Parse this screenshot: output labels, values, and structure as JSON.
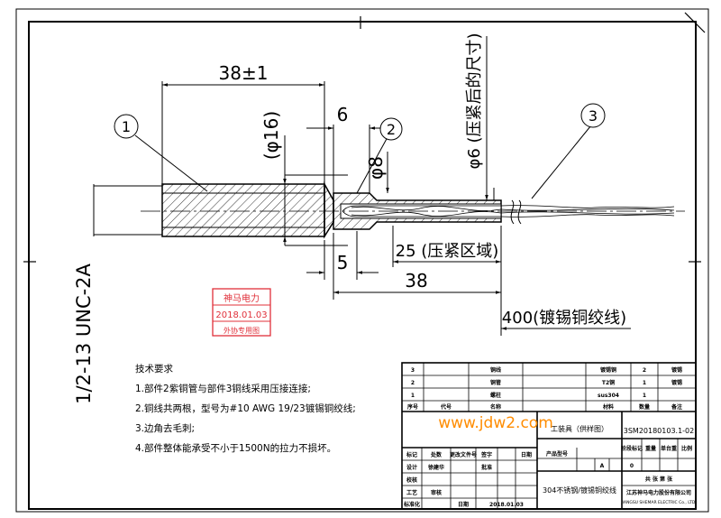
{
  "drawing": {
    "dim_overall": "38±1",
    "dim_head_dia": "(φ16)",
    "dim_shoulder": "6",
    "dim_tube_dia": "φ8",
    "dim_crimped_dia": "φ6 (压紧后的尺寸)",
    "dim_crimp_zone": "25 (压紧区域)",
    "dim_tail": "5",
    "dim_tube_len": "38",
    "dim_wire_len": "400(镀锡铜绞线)",
    "thread_spec": "1/2-13 UNC-2A",
    "balloons": [
      "1",
      "2",
      "3"
    ]
  },
  "stamp": {
    "company": "神马电力",
    "date": "2018.01.03",
    "note": "外协专用图"
  },
  "tech_requirements": {
    "title": "技术要求",
    "items": [
      "1.部件2紫铜管与部件3铜线采用压接连接;",
      "2.铜线共两根，型号为#10  AWG 19/23镀锡铜绞线;",
      "3.边角去毛刺;",
      "4.部件整体能承受不小于1500N的拉力不损坏。"
    ]
  },
  "parts_list": {
    "headers": [
      "序号",
      "代号",
      "名称",
      "材料",
      "数量",
      "备注"
    ],
    "rows": [
      {
        "no": "3",
        "name": "铜线",
        "material": "镀锡铜",
        "qty": "2",
        "note": "镀锡"
      },
      {
        "no": "2",
        "name": "铜管",
        "material": "T2铜",
        "qty": "1",
        "note": "镀锡"
      },
      {
        "no": "1",
        "name": "螺柱",
        "material": "sus304",
        "qty": "1",
        "note": ""
      }
    ]
  },
  "title_block": {
    "part_name": "工装具（供样图）",
    "drawing_no": "3SM20180103.1-02",
    "material": "304不锈钢/镀锡铜绞线",
    "date": "2018.01.03",
    "scale_label": "A",
    "sheet_value": "0",
    "sheets_label": "共 张 第 张",
    "company_cn": "江苏神马电力股份有限公司",
    "company_en": "JIANGSU SHEMAR ELECTRIC Co., LTD.",
    "labels": {
      "mark": "标记",
      "count": "处数",
      "change_doc": "更改文件号",
      "sign": "签字",
      "date_label": "日期",
      "product_type": "产品型号",
      "stage_mark": "阶段标记",
      "weight": "重量",
      "unit_weight": "单台重",
      "ratio": "比例",
      "design": "设计",
      "proof": "校核",
      "process": "工艺",
      "standard": "标准化",
      "approve": "批准",
      "review": "审核",
      "designer": "徐建华"
    }
  },
  "watermark": "www.jdw2.com"
}
